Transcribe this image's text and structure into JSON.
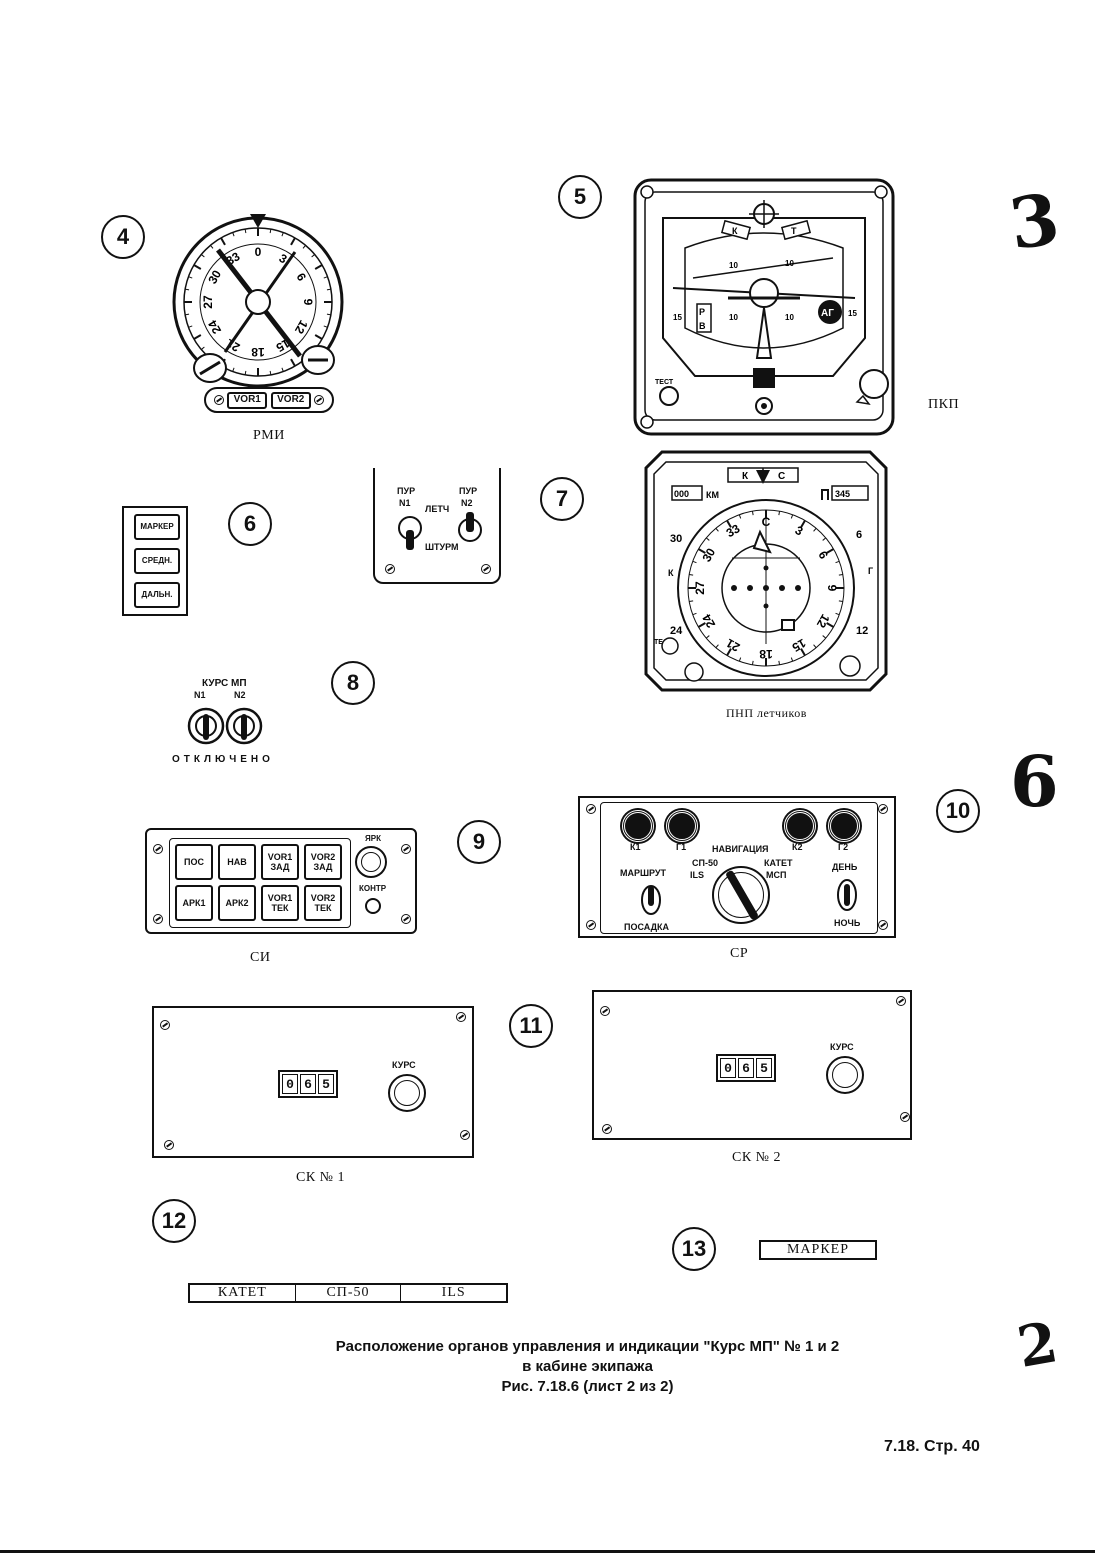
{
  "items": {
    "n4": "4",
    "n5": "5",
    "n6": "6",
    "n7": "7",
    "n8": "8",
    "n9": "9",
    "n10": "10",
    "n11": "11",
    "n12": "12",
    "n13": "13"
  },
  "rmi": {
    "caption": "РМИ",
    "button1": "VOR1",
    "button2": "VOR2",
    "dial": [
      "0",
      "3",
      "6",
      "9",
      "12",
      "15",
      "18",
      "21",
      "24",
      "27",
      "30",
      "33"
    ]
  },
  "pkp": {
    "caption": "ПКП",
    "test": "ТЕСТ",
    "ag": "АГ",
    "r": "Р",
    "v": "В",
    "k": "К",
    "t": "Т",
    "pitch_marks": [
      "10",
      "10",
      "10",
      "10"
    ],
    "side_15": [
      "15",
      "15"
    ]
  },
  "marker_panel": {
    "buttons": [
      "МАРКЕР",
      "СРЕДН.",
      "ДАЛЬН."
    ]
  },
  "pur_panel": {
    "pur": "ПУР",
    "n1": "N1",
    "n2": "N2",
    "letch": "ЛЕТЧ",
    "shturm": "ШТУРМ"
  },
  "pnp": {
    "caption": "ПНП летчиков",
    "window_k": "К",
    "window_c": "С",
    "km": "КМ",
    "dme": "000",
    "course": "345",
    "left_30": "30",
    "left_24": "24",
    "right_6": "6",
    "right_12": "12",
    "side_k": "К",
    "side_g": "Г",
    "tech": "ТЕС",
    "dial": [
      "С",
      "3",
      "6",
      "9",
      "12",
      "15",
      "18",
      "21",
      "24",
      "27",
      "30",
      "33"
    ]
  },
  "kurs_switch": {
    "title": "КУРС МП",
    "n1": "N1",
    "n2": "N2",
    "off": "ОТКЛЮЧЕНО"
  },
  "si": {
    "caption": "СИ",
    "buttons": [
      [
        "ПОС"
      ],
      [
        "НАВ"
      ],
      [
        "VOR1",
        "ЗАД"
      ],
      [
        "VOR2",
        "ЗАД"
      ],
      [
        "АРК1"
      ],
      [
        "АРК2"
      ],
      [
        "VOR1",
        "ТЕК"
      ],
      [
        "VOR2",
        "ТЕК"
      ]
    ],
    "yark": "ЯРК",
    "kontr": "КОНТР"
  },
  "sr": {
    "caption": "СР",
    "lamps": [
      "К1",
      "Г1",
      "К2",
      "Г2"
    ],
    "navigation": "НАВИГАЦИЯ",
    "sp50": "СП-50",
    "ils": "ILS",
    "katet": "КАТЕТ",
    "msp": "МСП",
    "marshrut": "МАРШРУТ",
    "posadka": "ПОСАДКА",
    "den": "ДЕНЬ",
    "noch": "НОЧЬ"
  },
  "sk1": {
    "caption": "СК № 1",
    "digits": [
      "0",
      "6",
      "5"
    ],
    "kurs": "КУРС"
  },
  "sk2": {
    "caption": "СК № 2",
    "digits": [
      "0",
      "6",
      "5"
    ],
    "kurs": "КУРС"
  },
  "strip12": [
    "КАТЕТ",
    "СП-50",
    "ILS"
  ],
  "strip13": "МАРКЕР",
  "footer": {
    "line1": "Расположение органов управления и индикации \"Курс МП\" № 1 и 2",
    "line2": "в кабине экипажа",
    "line3": "Рис. 7.18.6 (лист 2 из 2)"
  },
  "page_number": "7.18. Стр. 40",
  "handwritten": [
    "3",
    "6",
    "2"
  ]
}
